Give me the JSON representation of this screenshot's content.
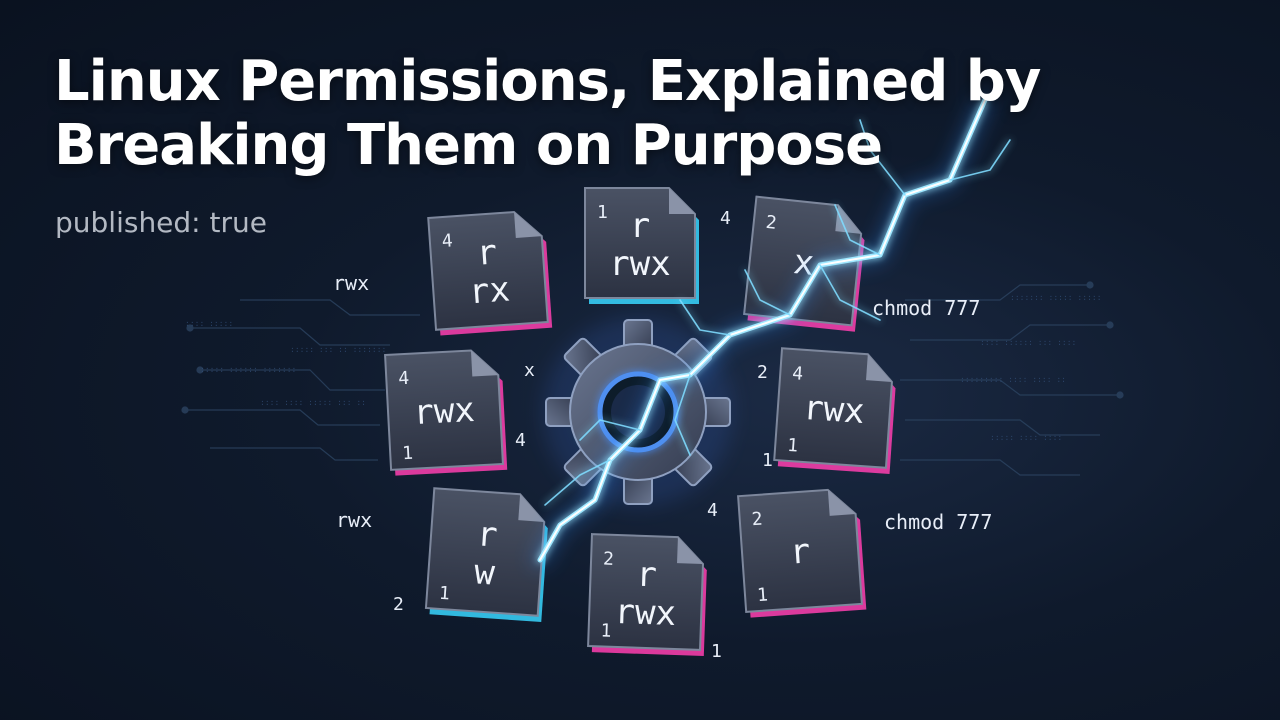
{
  "title_lines": [
    "Linux Permissions, Explained by",
    "Breaking Them on Purpose"
  ],
  "meta": "published: true",
  "colors": {
    "cyan": "#38d6ff",
    "magenta": "#ff3fb0",
    "bolt": "#9fe8ff",
    "card": "#3a4150"
  },
  "icons": {
    "center": "gear-icon",
    "cards": "file-icon",
    "effect": "lightning-icon"
  },
  "cards": [
    {
      "lines": [
        "r",
        "rx"
      ],
      "top_digit": "4",
      "bottom_digit": ""
    },
    {
      "lines": [
        "r",
        "rwx"
      ],
      "top_digit": "1",
      "bottom_digit": ""
    },
    {
      "lines": [
        "x"
      ],
      "top_digit": "2",
      "bottom_digit": ""
    },
    {
      "lines": [
        "rwx"
      ],
      "top_digit": "4",
      "bottom_digit": "1"
    },
    {
      "lines": [
        "rwx"
      ],
      "top_digit": "4",
      "bottom_digit": "1"
    },
    {
      "lines": [
        "r",
        "w"
      ],
      "top_digit": "",
      "bottom_digit": "1"
    },
    {
      "lines": [
        "r",
        "rwx"
      ],
      "top_digit": "2",
      "bottom_digit": "1"
    },
    {
      "lines": [
        "r"
      ],
      "top_digit": "2",
      "bottom_digit": "1"
    }
  ],
  "floating_labels": [
    "rwx",
    "rwx",
    "chmod 777",
    "chmod 777",
    "x",
    "4",
    "4",
    "2",
    "4",
    "1",
    "2",
    "1"
  ]
}
